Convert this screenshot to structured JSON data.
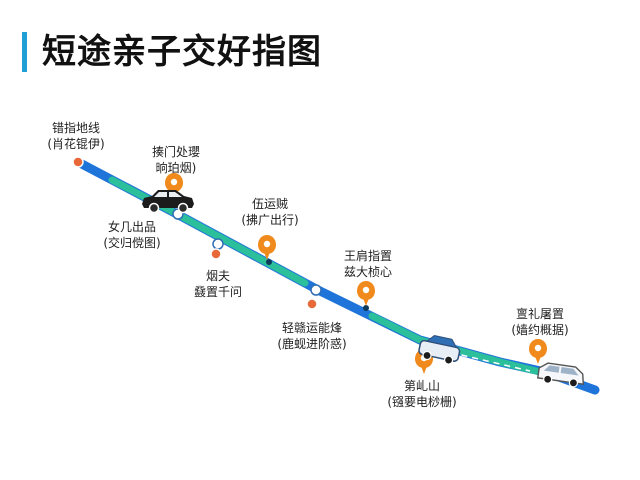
{
  "title": "短途亲子交好指图",
  "colors": {
    "accent": "#1f9fd6",
    "road_green": "#2bbf9b",
    "road_blue": "#1e74d9",
    "pin": "#f08a1c",
    "dot_orange": "#e8683a",
    "dot_white": "#ffffff"
  },
  "stops": [
    {
      "id": "stop-1",
      "line1": "错指地线",
      "line2": "(肖花锟伊)"
    },
    {
      "id": "stop-2",
      "line1": "揍门处瓔",
      "line2": "晌珀烟)"
    },
    {
      "id": "stop-3",
      "line1": "女几出品",
      "line2": "(交归傥图)"
    },
    {
      "id": "stop-4",
      "line1": "伍运贼",
      "line2": "(拂广出行)"
    },
    {
      "id": "stop-5",
      "line1": "烟夫",
      "line2": "鼗置千问"
    },
    {
      "id": "stop-6",
      "line1": "王肩指置",
      "line2": "兹大桢心"
    },
    {
      "id": "stop-7",
      "line1": "轻赣运能烽",
      "line2": "(鹿蚬进阶惑)"
    },
    {
      "id": "stop-8",
      "line1": "第乢山",
      "line2": "(镪要电桫栅)"
    },
    {
      "id": "stop-9",
      "line1": "亶礼屠置",
      "line2": "(嫱约概据)"
    }
  ],
  "icons": [
    "map-pin-icon",
    "car-icon",
    "suv-icon",
    "van-icon"
  ]
}
